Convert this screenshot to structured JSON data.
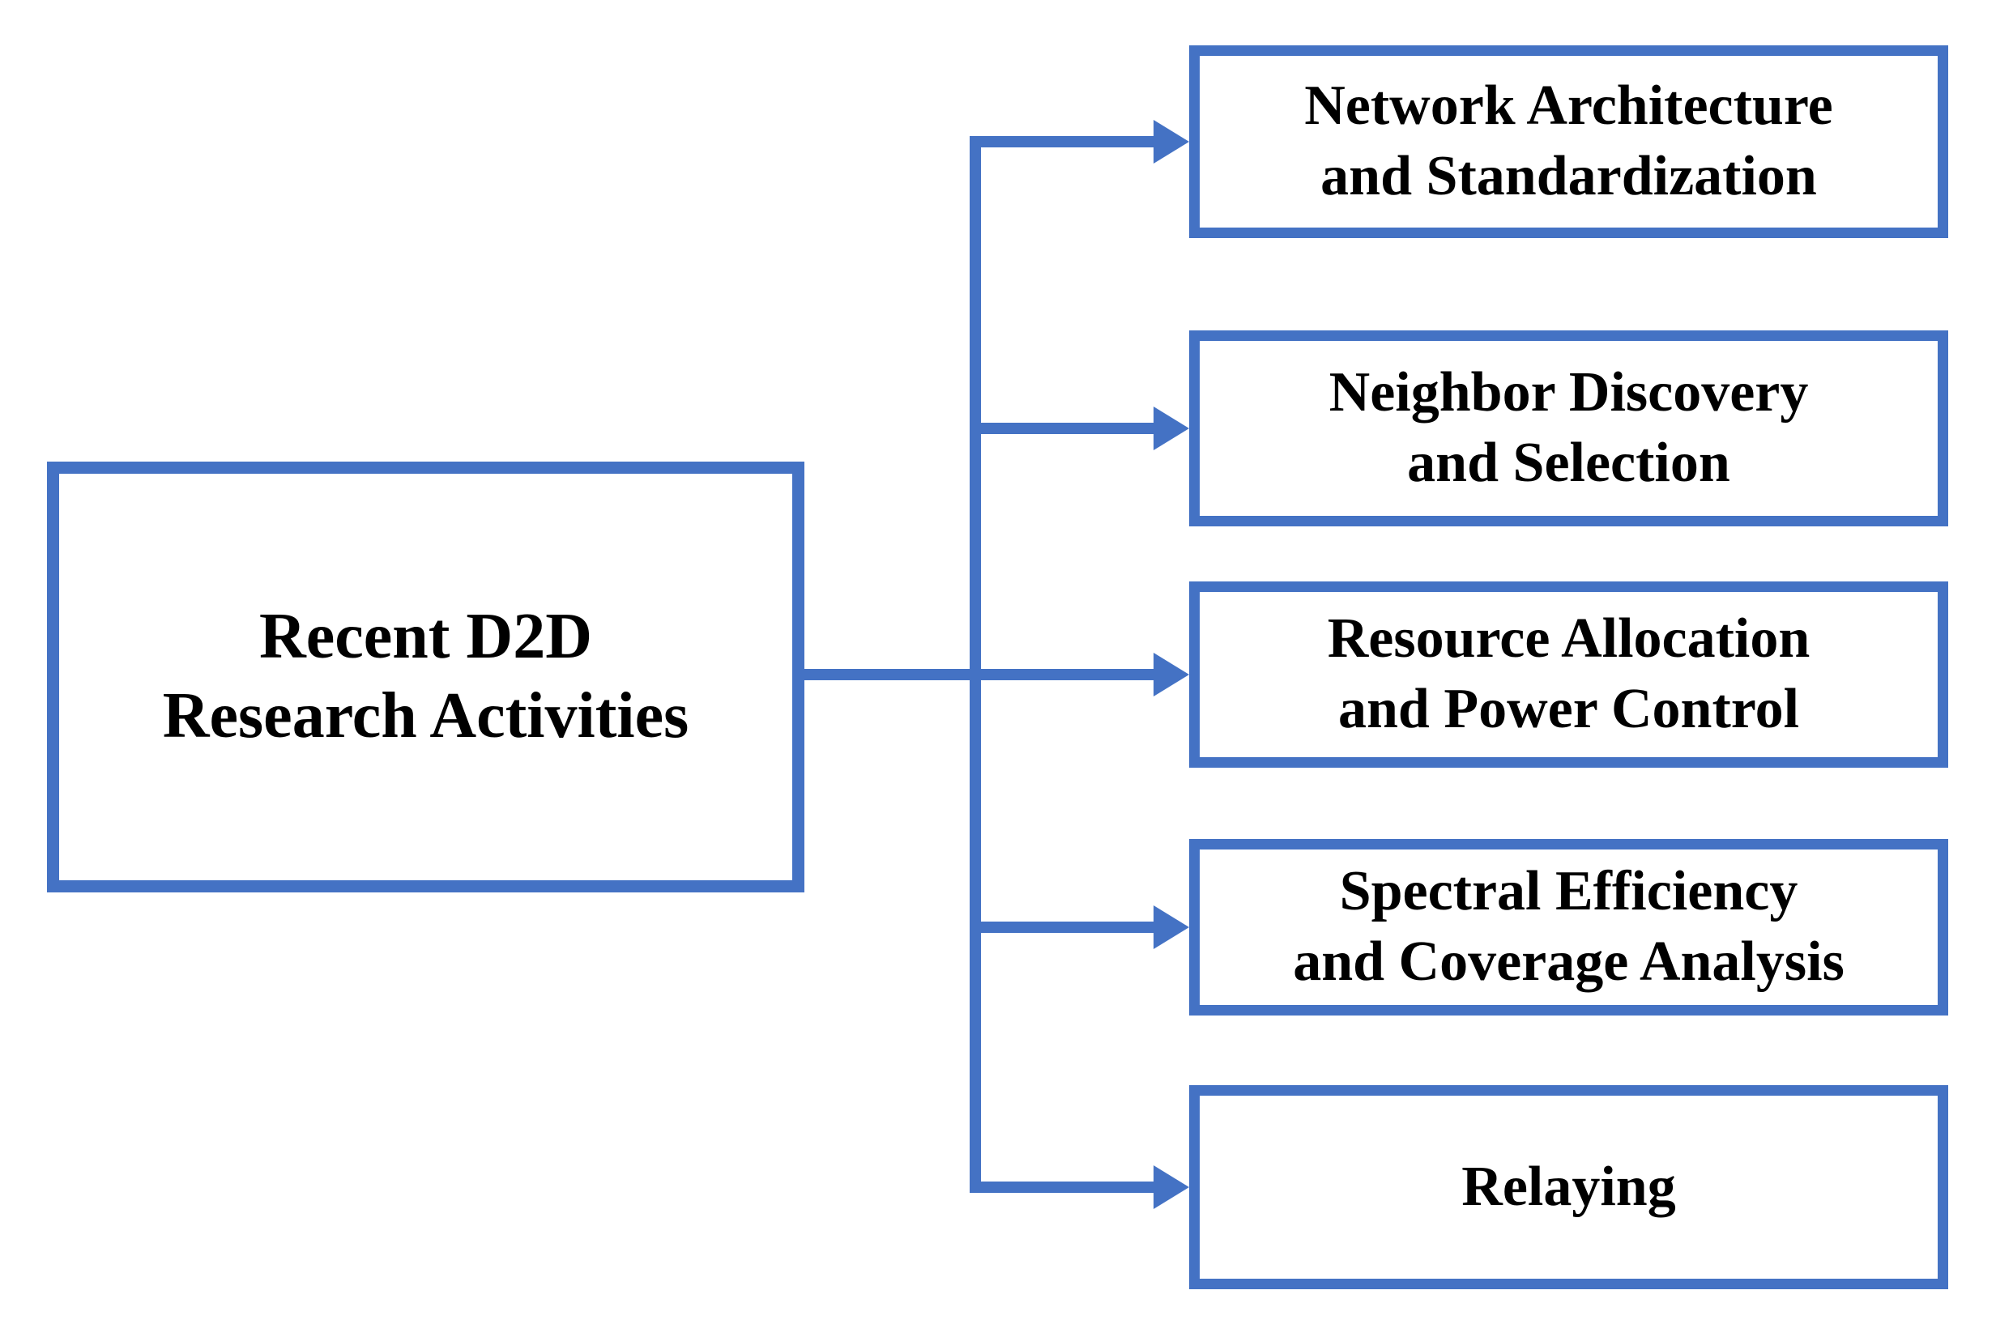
{
  "colors": {
    "accent": "#4472C4",
    "text": "#000000",
    "background": "#FFFFFF"
  },
  "root_box": {
    "line1": "Recent D2D",
    "line2": "Research Activities"
  },
  "branch_boxes": [
    {
      "line1": "Network Architecture",
      "line2": "and Standardization"
    },
    {
      "line1": "Neighbor Discovery",
      "line2": "and Selection"
    },
    {
      "line1": "Resource Allocation",
      "line2": "and Power Control"
    },
    {
      "line1": "Spectral Efficiency",
      "line2": "and Coverage Analysis"
    },
    {
      "line1": "Relaying",
      "line2": ""
    }
  ]
}
